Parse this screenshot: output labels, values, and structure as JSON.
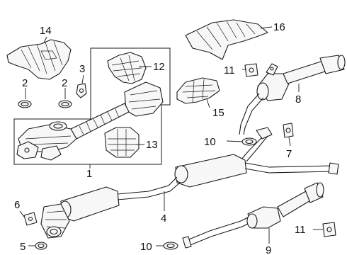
{
  "callouts": {
    "c1": "1",
    "c2a": "2",
    "c2b": "2",
    "c3": "3",
    "c4": "4",
    "c5": "5",
    "c6": "6",
    "c7": "7",
    "c8": "8",
    "c9": "9",
    "c10a": "10",
    "c10b": "10",
    "c11a": "11",
    "c11b": "11",
    "c12": "12",
    "c13": "13",
    "c14": "14",
    "c15": "15",
    "c16": "16"
  }
}
